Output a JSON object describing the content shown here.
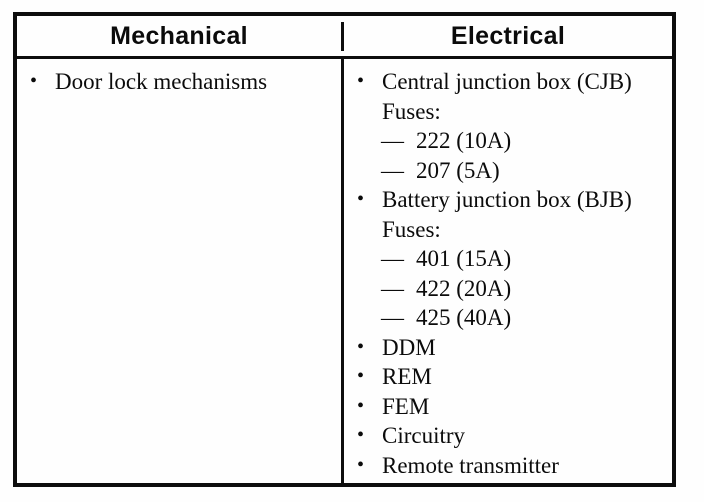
{
  "table": {
    "columns": [
      {
        "header": "Mechanical"
      },
      {
        "header": "Electrical"
      }
    ],
    "mechanical_items": [
      {
        "type": "bullet",
        "text": "Door lock mechanisms"
      }
    ],
    "electrical_items": [
      {
        "type": "bullet",
        "text": "Central junction box (CJB) Fuses:"
      },
      {
        "type": "dash",
        "text": "222 (10A)"
      },
      {
        "type": "dash",
        "text": "207 (5A)"
      },
      {
        "type": "bullet",
        "text": "Battery junction box (BJB) Fuses:"
      },
      {
        "type": "dash",
        "text": "401 (15A)"
      },
      {
        "type": "dash",
        "text": "422 (20A)"
      },
      {
        "type": "dash",
        "text": "425 (40A)"
      },
      {
        "type": "bullet",
        "text": "DDM"
      },
      {
        "type": "bullet",
        "text": "REM"
      },
      {
        "type": "bullet",
        "text": "FEM"
      },
      {
        "type": "bullet",
        "text": "Circuitry"
      },
      {
        "type": "bullet",
        "text": "Remote transmitter"
      }
    ],
    "bullet_glyph": "•",
    "dash_glyph": "—",
    "colors": {
      "border": "#0d0d0d",
      "text": "#0b0b0b",
      "background": "#fefefe"
    }
  }
}
